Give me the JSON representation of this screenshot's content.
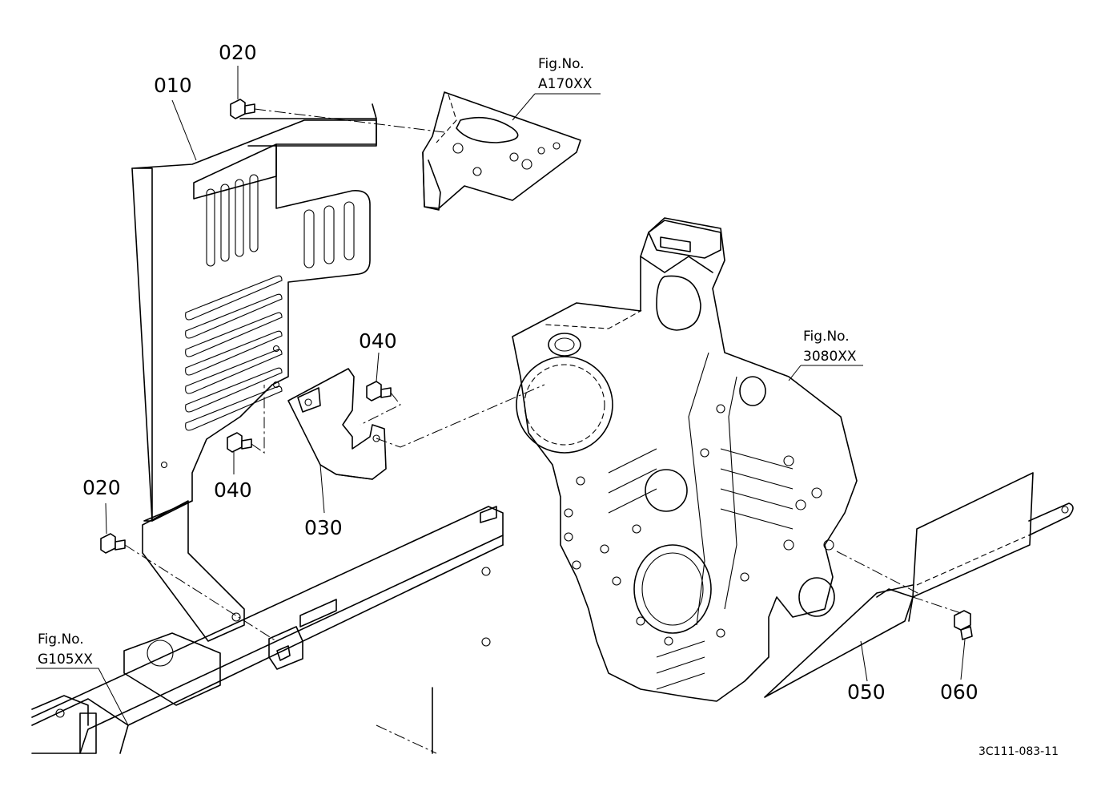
{
  "diagram": {
    "part_labels": {
      "p010": "010",
      "p020_top": "020",
      "p020_left": "020",
      "p030": "030",
      "p040_upper": "040",
      "p040_lower": "040",
      "p050": "050",
      "p060": "060"
    },
    "figure_refs": {
      "a170": {
        "title": "Fig.No.",
        "number": "A170XX"
      },
      "g3080": {
        "title": "Fig.No.",
        "number": "3080XX"
      },
      "g105": {
        "title": "Fig.No.",
        "number": "G105XX"
      }
    },
    "document_code": "3C111-083-11"
  }
}
